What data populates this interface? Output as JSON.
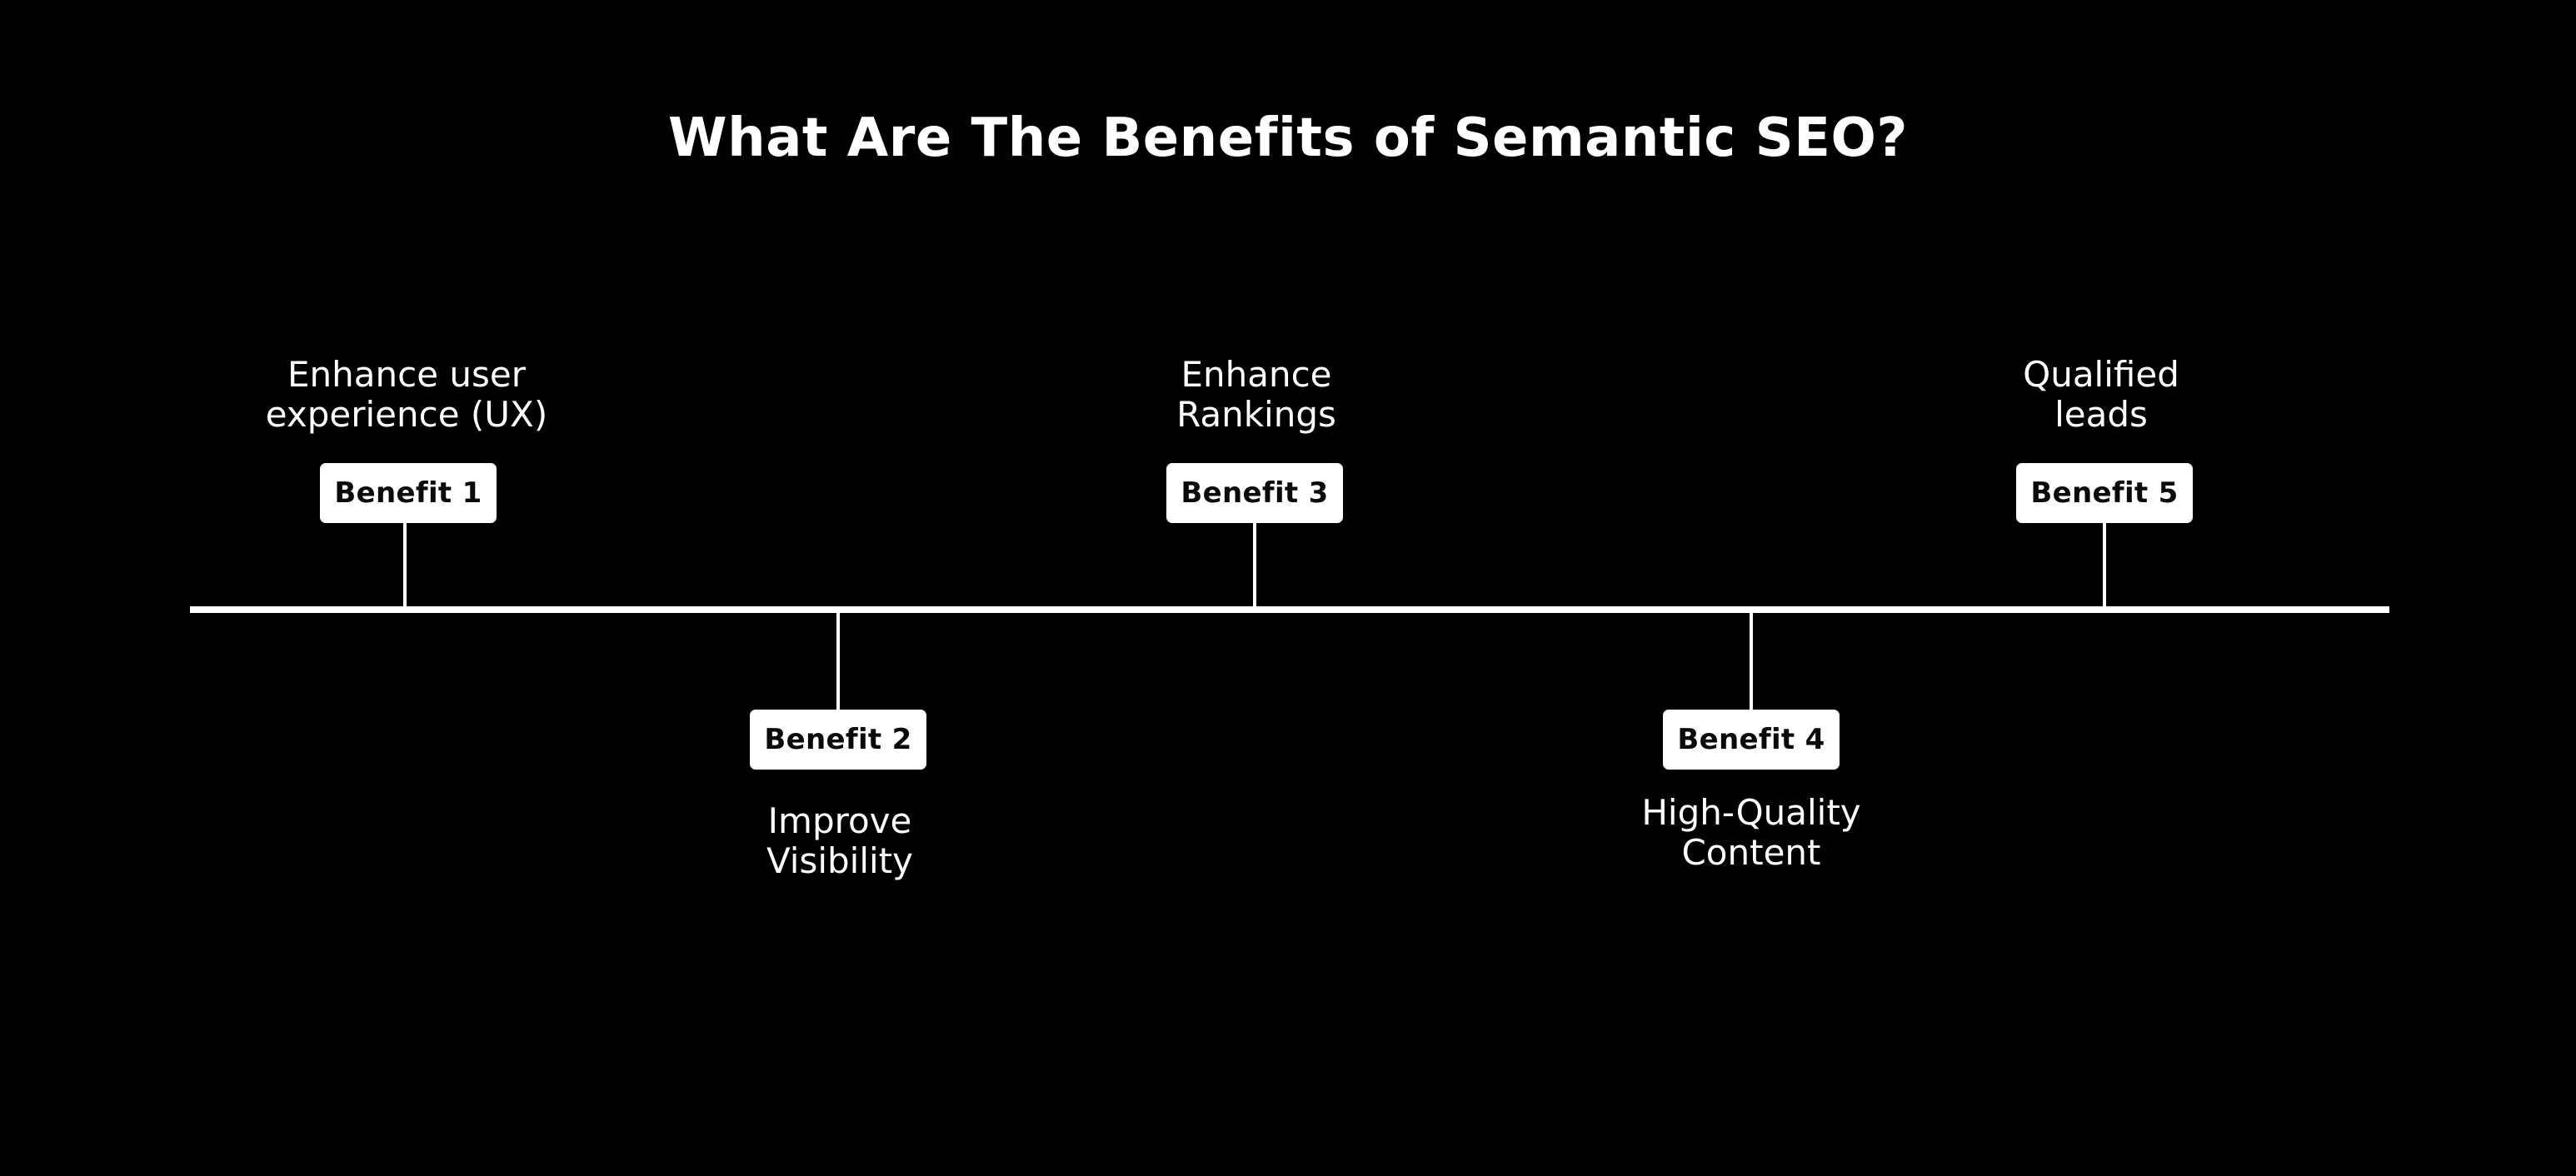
{
  "title": "What Are The Benefits of Semantic SEO?",
  "colors": {
    "background_top": "#440002",
    "background_bottom": "#050505",
    "timeline": "#ffffff",
    "badge_bg": "#ffffff",
    "badge_text": "#0a0a0a",
    "label_text": "#ffffff"
  },
  "benefits": [
    {
      "badge": "Benefit 1",
      "position": "above",
      "label_lines": [
        "Enhance user",
        "experience (UX)"
      ]
    },
    {
      "badge": "Benefit 2",
      "position": "below",
      "label_lines": [
        "Improve",
        "Visibility"
      ]
    },
    {
      "badge": "Benefit 3",
      "position": "above",
      "label_lines": [
        "Enhance",
        "Rankings"
      ]
    },
    {
      "badge": "Benefit 4",
      "position": "below",
      "label_lines": [
        "High-Quality",
        "Content"
      ]
    },
    {
      "badge": "Benefit 5",
      "position": "above",
      "label_lines": [
        "Qualified",
        "leads"
      ]
    }
  ]
}
